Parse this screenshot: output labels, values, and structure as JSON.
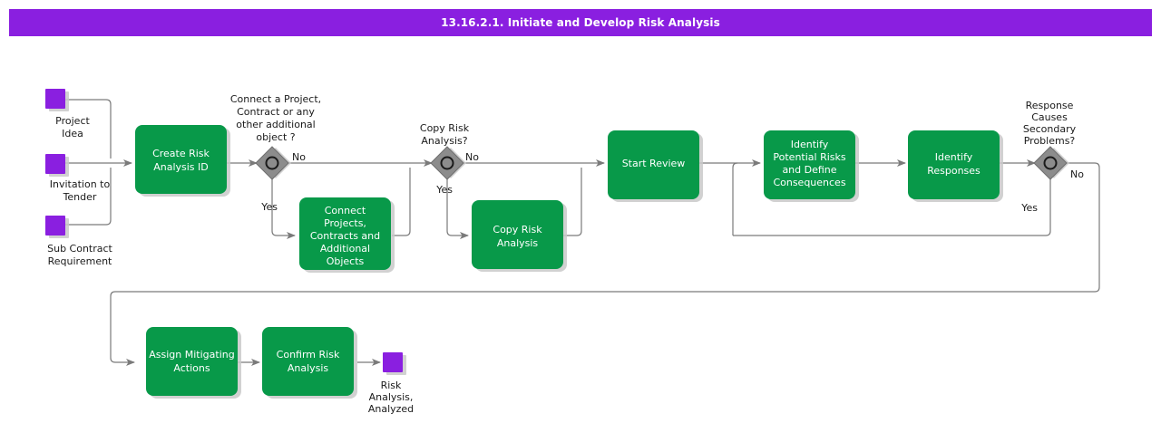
{
  "header": {
    "title": "13.16.2.1. Initiate and Develop Risk Analysis",
    "bar_color": "#8A1FE0",
    "text_color": "#FFFFFF"
  },
  "palette": {
    "task_green": "#089949",
    "event_purple": "#8A1FE0",
    "gateway_gray": "#8C8C8C",
    "edge_gray": "#7A7A7A",
    "text_dark": "#1A1A1A",
    "background": "#FFFFFF"
  },
  "diagram": {
    "type": "bpmn-flowchart",
    "start_events": [
      {
        "id": "ev-project-idea",
        "label_line1": "Project",
        "label_line2": "Idea",
        "label_line3": ""
      },
      {
        "id": "ev-invitation-tender",
        "label_line1": "Invitation to",
        "label_line2": "Tender",
        "label_line3": ""
      },
      {
        "id": "ev-sub-contract",
        "label_line1": "Sub Contract",
        "label_line2": "Requirement",
        "label_line3": ""
      }
    ],
    "end_events": [
      {
        "id": "ev-risk-analyzed",
        "label_line1": "Risk",
        "label_line2": "Analysis,",
        "label_line3": "Analyzed"
      }
    ],
    "tasks": [
      {
        "id": "task-create-risk-analysis-id",
        "lines": [
          "Create Risk",
          "Analysis ID"
        ]
      },
      {
        "id": "task-connect-projects",
        "lines": [
          "Connect",
          "Projects,",
          "Contracts and",
          "Additional",
          "Objects"
        ]
      },
      {
        "id": "task-copy-risk-analysis",
        "lines": [
          "Copy Risk",
          "Analysis"
        ]
      },
      {
        "id": "task-start-review",
        "lines": [
          "Start Review"
        ]
      },
      {
        "id": "task-identify-potential-risks",
        "lines": [
          "Identify",
          "Potential Risks",
          "and Define",
          "Consequences"
        ]
      },
      {
        "id": "task-identify-responses",
        "lines": [
          "Identify",
          "Responses"
        ]
      },
      {
        "id": "task-assign-mitigating-actions",
        "lines": [
          "Assign Mitigating",
          "Actions"
        ]
      },
      {
        "id": "task-confirm-risk-analysis",
        "lines": [
          "Confirm Risk",
          "Analysis"
        ]
      }
    ],
    "gateways": [
      {
        "id": "gw-connect-object",
        "question_lines": [
          "Connect a Project,",
          "Contract or any",
          "other additional",
          "object ?"
        ],
        "branch_primary": "No",
        "branch_secondary": "Yes"
      },
      {
        "id": "gw-copy-risk-analysis",
        "question_lines": [
          "Copy Risk",
          "Analysis?"
        ],
        "branch_primary": "No",
        "branch_secondary": "Yes"
      },
      {
        "id": "gw-secondary-problems",
        "question_lines": [
          "Response",
          "Causes",
          "Secondary",
          "Problems?"
        ],
        "branch_primary": "No",
        "branch_secondary": "Yes"
      }
    ]
  }
}
